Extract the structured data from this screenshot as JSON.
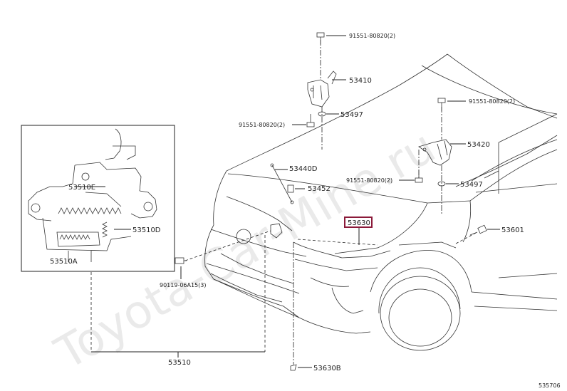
{
  "watermark": "Toyota-Car-Mine.ru",
  "labels": {
    "p91551_top": "91551-80820(2)",
    "p53410": "53410",
    "p53497_left": "53497",
    "p91551_left": "91551-80820(2)",
    "p91551_right_top": "91551-80820(2)",
    "p53420": "53420",
    "p53440d": "53440D",
    "p53452": "53452",
    "p91551_right_mid": "91551-80820(2)",
    "p53497_right": "53497",
    "p53630": "53630",
    "p53601": "53601",
    "p53510e": "53510E",
    "p53510d": "53510D",
    "p53510a": "53510A",
    "p90119": "90119-06A15(3)",
    "p53510": "53510",
    "p53630b": "53630B",
    "diagram_code": "535706"
  },
  "highlight_color": "#8b1a3a"
}
